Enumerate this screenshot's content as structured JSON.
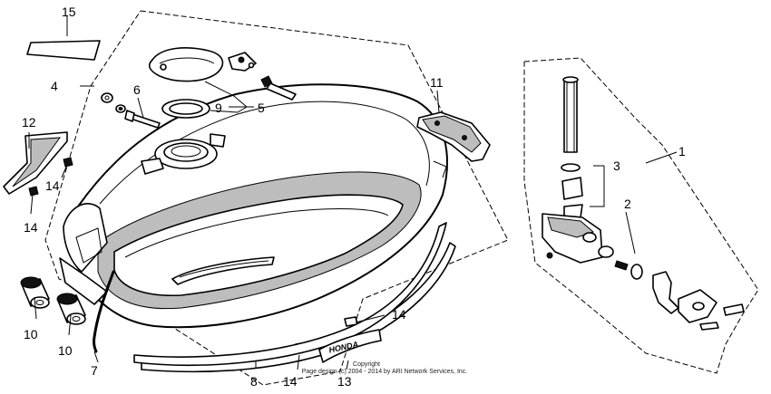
{
  "callouts": {
    "c1": "1",
    "c2": "2",
    "c3": "3",
    "c4": "4",
    "c5": "5",
    "c6": "6",
    "c7": "7",
    "c8": "8",
    "c9": "9",
    "c10a": "10",
    "c10b": "10",
    "c11": "11",
    "c12": "12",
    "c13": "13",
    "c14a": "14",
    "c14b": "14",
    "c14c": "14",
    "c14d": "14",
    "c15": "15"
  },
  "copyright": {
    "line1": "Copyright",
    "line2": "Page design (c) 2004 - 2014 by ARI Network Services, Inc."
  },
  "emblem_text": "HONDA"
}
